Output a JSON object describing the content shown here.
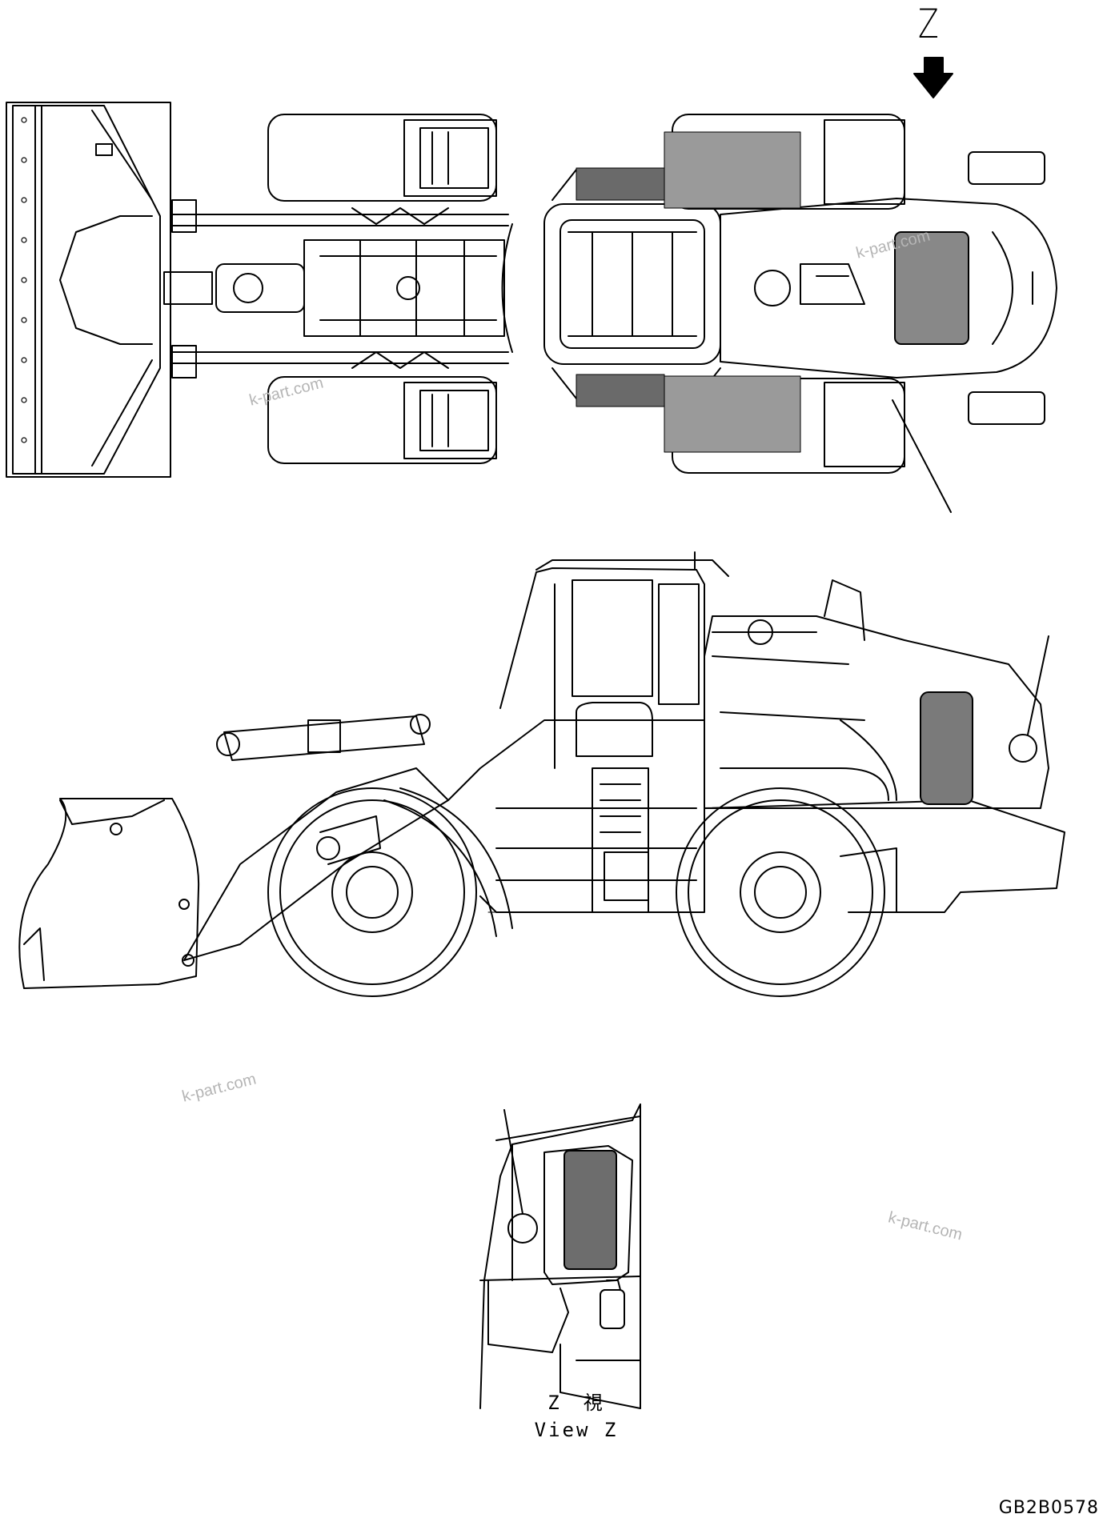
{
  "drawing": {
    "view_letter": "Z",
    "caption_cjk": "Z　視",
    "caption_en": "View Z",
    "code": "GB2B0578",
    "watermark": "k-part.com"
  },
  "colors": {
    "line": "#000000",
    "watermark": "#b5b5b5",
    "background": "#ffffff"
  },
  "icons": {
    "view_arrow": "arrow-down-icon"
  }
}
